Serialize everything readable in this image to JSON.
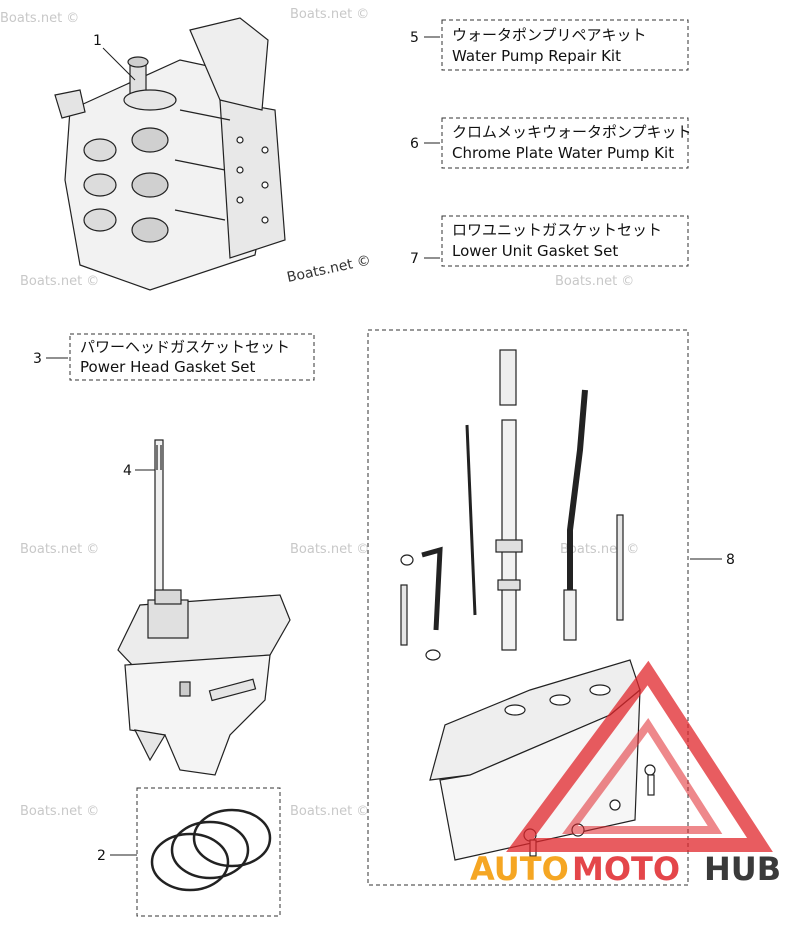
{
  "callouts": {
    "c1": "1",
    "c2": "2",
    "c3": "3",
    "c4": "4",
    "c5": "5",
    "c6": "6",
    "c7": "7",
    "c8": "8"
  },
  "kits": {
    "water_pump": {
      "jp": "ウォータポンプリペアキット",
      "en": "Water Pump Repair Kit"
    },
    "chrome_pump": {
      "jp": "クロムメッキウォータポンプキット",
      "en": "Chrome Plate Water Pump Kit"
    },
    "lower_unit": {
      "jp": "ロワユニットガスケットセット",
      "en": "Lower Unit Gasket Set"
    },
    "power_head": {
      "jp": "パワーヘッドガスケットセット",
      "en": "Power Head Gasket Set"
    }
  },
  "watermark": "Boats.net ©",
  "watermark_main": "Boats.net ©",
  "logo": {
    "part1": "AUTO",
    "part2": "MOTO",
    "part3": "HUB"
  },
  "colors": {
    "logo_red": "#e0262b",
    "logo_yellow": "#f5a623",
    "logo_dark": "#3a3a3a"
  }
}
